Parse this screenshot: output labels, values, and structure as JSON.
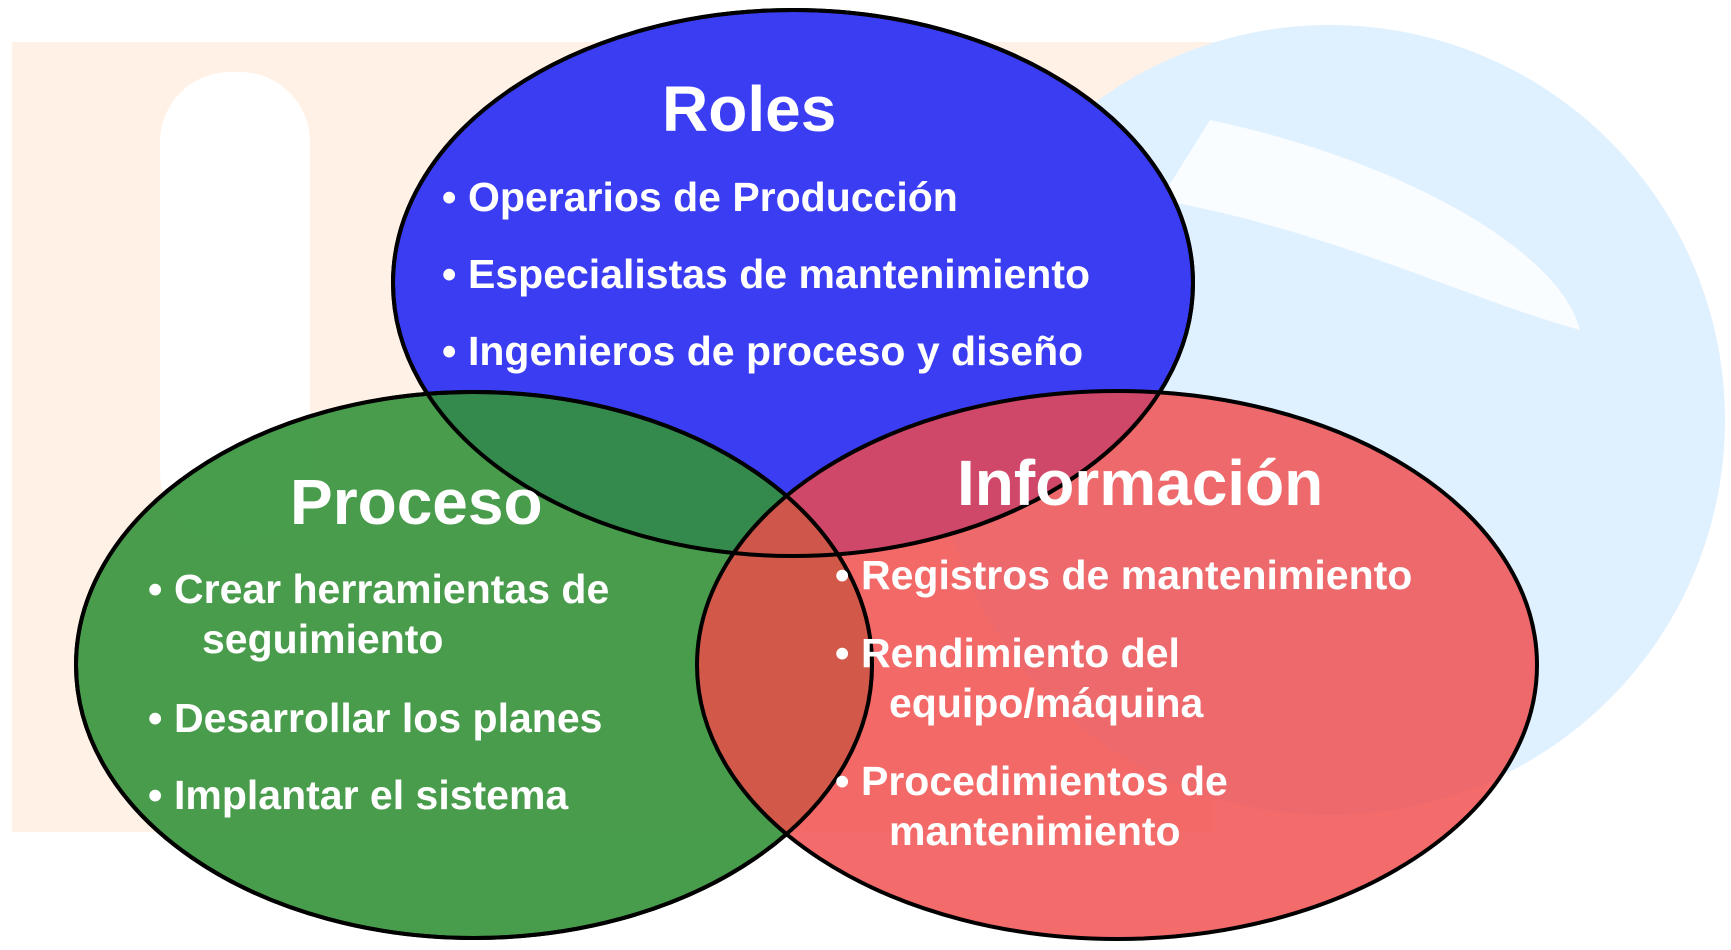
{
  "colors": {
    "background_left": "#fff0e2",
    "background_right": "#dff0ff",
    "roles_fill": "#3a3df2",
    "proceso_fill": "#34923a",
    "informacion_fill": "#f04a4a",
    "outline": "#000000",
    "text": "#ffffff"
  },
  "background": {
    "watermark_left_icon": "faded-bar-shape-icon",
    "watermark_right_icon": "faded-swirl-shape-icon"
  },
  "circles": {
    "roles": {
      "title": "Roles",
      "items": [
        "Operarios de Producción",
        "Especialistas de mantenimiento",
        "Ingenieros de proceso y diseño"
      ]
    },
    "proceso": {
      "title": "Proceso",
      "items": [
        {
          "line1": "Crear herramientas de",
          "line2": "seguimiento"
        },
        {
          "line1": "Desarrollar los planes"
        },
        {
          "line1": "Implantar el sistema"
        }
      ]
    },
    "informacion": {
      "title": "Información",
      "items": [
        {
          "line1": "Registros de mantenimiento"
        },
        {
          "line1": "Rendimiento del",
          "line2": "equipo/máquina"
        },
        {
          "line1": "Procedimientos de",
          "line2": "mantenimiento"
        }
      ]
    }
  },
  "bullet_char": "•"
}
